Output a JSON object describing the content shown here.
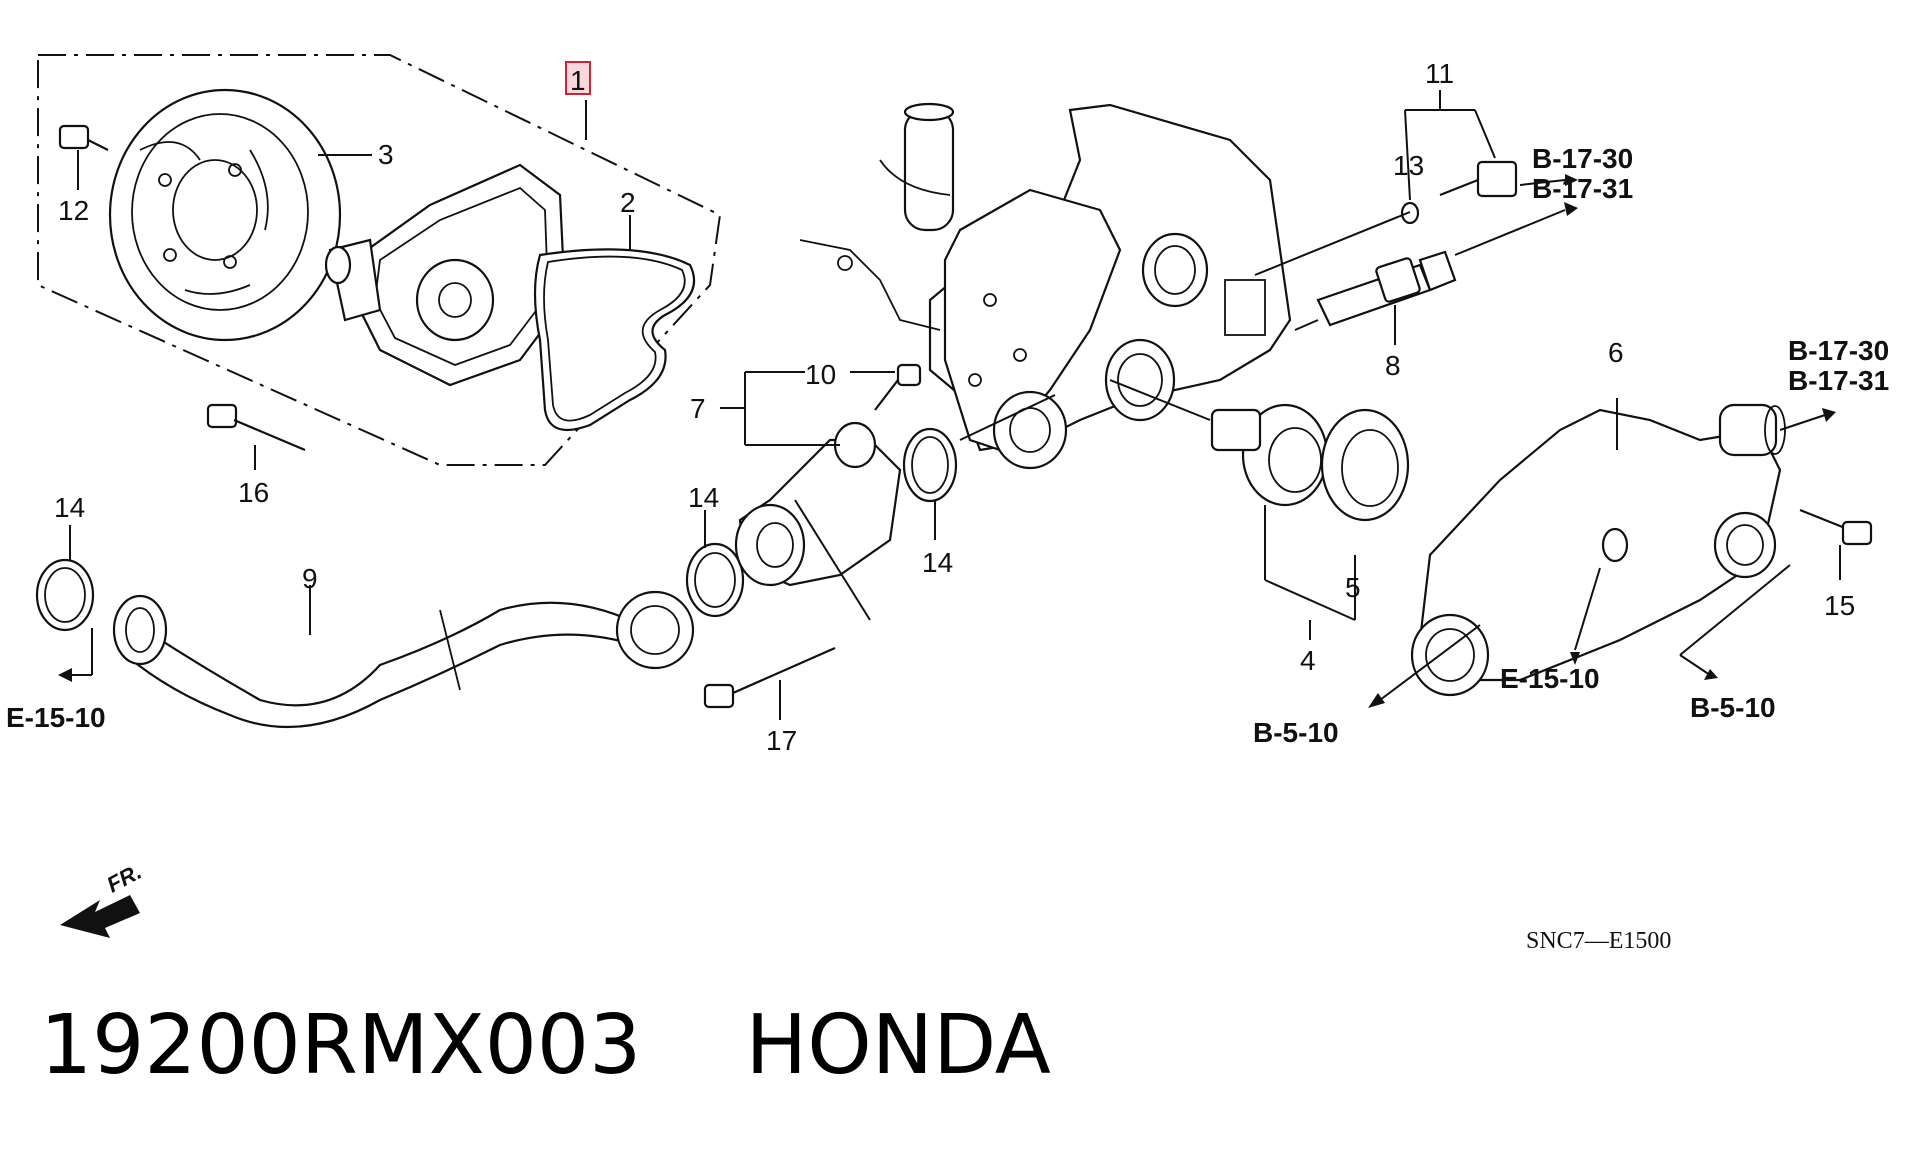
{
  "diagram": {
    "callouts": [
      "1",
      "2",
      "3",
      "4",
      "5",
      "6",
      "7",
      "8",
      "9",
      "10",
      "11",
      "12",
      "13",
      "14",
      "15",
      "16",
      "17"
    ],
    "callout_14_repeat": "14",
    "references": {
      "b17_30": "B-17-30",
      "b17_31": "B-17-31",
      "e15_10": "E-15-10",
      "b5_10": "B-5-10"
    },
    "front_marker": "FR.",
    "diagram_code": "SNC7—E1500",
    "highlight_color": "#cc2233"
  },
  "caption": {
    "part_number": "19200RMX003",
    "brand": "HONDA"
  }
}
